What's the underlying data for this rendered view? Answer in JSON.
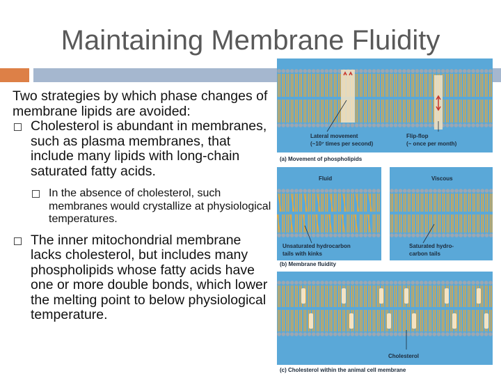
{
  "slide": {
    "title": "Maintaining Membrane Fluidity",
    "intro": "Two strategies by which phase changes of membrane lipids are avoided:",
    "bullets": [
      {
        "text": "Cholesterol is abundant in membranes, such as plasma membranes, that include many lipids with long-chain saturated fatty acids.",
        "subbullet": "In the absence of cholesterol, such membranes would crystallize at physiological temperatures."
      },
      {
        "text": "The inner mitochondrial membrane lacks cholesterol, but includes many phospholipids whose fatty acids have one or more double bonds, which lower the melting point to below physiological temperature."
      }
    ]
  },
  "figure": {
    "panel_a": {
      "lateral_label": "Lateral movement",
      "lateral_rate": "(~10⁷ times per second)",
      "flipflop_label": "Flip-flop",
      "flipflop_rate": "(~ once per month)",
      "caption": "(a) Movement of phospholipids"
    },
    "panel_b": {
      "fluid_label": "Fluid",
      "viscous_label": "Viscous",
      "unsaturated_line1": "Unsaturated hydrocarbon",
      "unsaturated_line2": "tails with kinks",
      "saturated_line1": "Saturated hydro-",
      "saturated_line2": "carbon tails",
      "caption": "(b) Membrane fluidity"
    },
    "panel_c": {
      "cholesterol_label": "Cholesterol",
      "caption": "(c) Cholesterol within the animal cell membrane"
    },
    "colors": {
      "head": "#9da7b1",
      "tail": "#e8a838",
      "panel_bg": "#5aa8d8",
      "cholesterol": "#f3e3c4"
    }
  }
}
